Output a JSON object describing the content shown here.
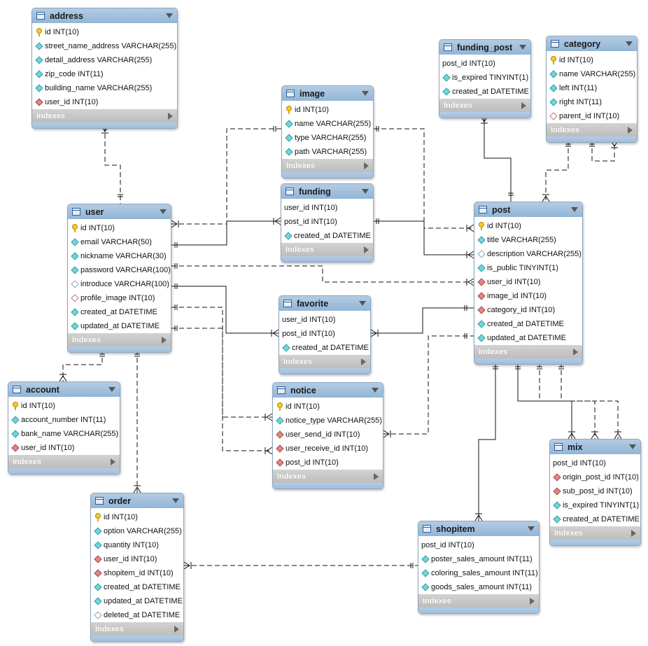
{
  "tables": [
    {
      "key": "address",
      "title": "address",
      "indexes_label": "Indexes",
      "columns": [
        {
          "icon": "key",
          "text": "id INT(10)"
        },
        {
          "icon": "teal",
          "text": "street_name_address VARCHAR(255)"
        },
        {
          "icon": "teal",
          "text": "detail_address VARCHAR(255)"
        },
        {
          "icon": "teal",
          "text": "zip_code INT(11)"
        },
        {
          "icon": "teal",
          "text": "building_name VARCHAR(255)"
        },
        {
          "icon": "red",
          "text": "user_id INT(10)"
        }
      ]
    },
    {
      "key": "image",
      "title": "image",
      "indexes_label": "Indexes",
      "columns": [
        {
          "icon": "key",
          "text": "id INT(10)"
        },
        {
          "icon": "teal",
          "text": "name VARCHAR(255)"
        },
        {
          "icon": "teal",
          "text": "type VARCHAR(255)"
        },
        {
          "icon": "teal",
          "text": "path VARCHAR(255)"
        }
      ]
    },
    {
      "key": "funding_post",
      "title": "funding_post",
      "indexes_label": "Indexes",
      "columns": [
        {
          "icon": "none",
          "text": "post_id INT(10)"
        },
        {
          "icon": "teal",
          "text": "is_expired TINYINT(1)"
        },
        {
          "icon": "teal",
          "text": "created_at DATETIME"
        }
      ]
    },
    {
      "key": "category",
      "title": "category",
      "indexes_label": "Indexes",
      "columns": [
        {
          "icon": "key",
          "text": "id INT(10)"
        },
        {
          "icon": "teal",
          "text": "name VARCHAR(255)"
        },
        {
          "icon": "teal",
          "text": "left INT(11)"
        },
        {
          "icon": "teal",
          "text": "right INT(11)"
        },
        {
          "icon": "open-red",
          "text": "parent_id INT(10)"
        }
      ]
    },
    {
      "key": "funding",
      "title": "funding",
      "indexes_label": "Indexes",
      "columns": [
        {
          "icon": "none",
          "text": "user_id INT(10)"
        },
        {
          "icon": "none",
          "text": "post_id INT(10)"
        },
        {
          "icon": "teal",
          "text": "created_at DATETIME"
        }
      ]
    },
    {
      "key": "user",
      "title": "user",
      "indexes_label": "Indexes",
      "columns": [
        {
          "icon": "key",
          "text": "id INT(10)"
        },
        {
          "icon": "teal",
          "text": "email VARCHAR(50)"
        },
        {
          "icon": "teal",
          "text": "nickname VARCHAR(30)"
        },
        {
          "icon": "teal",
          "text": "password VARCHAR(100)"
        },
        {
          "icon": "open",
          "text": "introduce VARCHAR(100)"
        },
        {
          "icon": "open-red",
          "text": "profile_image INT(10)"
        },
        {
          "icon": "teal",
          "text": "created_at DATETIME"
        },
        {
          "icon": "teal",
          "text": "updated_at DATETIME"
        }
      ]
    },
    {
      "key": "post",
      "title": "post",
      "indexes_label": "Indexes",
      "columns": [
        {
          "icon": "key",
          "text": "id INT(10)"
        },
        {
          "icon": "teal",
          "text": "title VARCHAR(255)"
        },
        {
          "icon": "open",
          "text": "description VARCHAR(255)"
        },
        {
          "icon": "teal",
          "text": "is_public TINYINT(1)"
        },
        {
          "icon": "red",
          "text": "user_id INT(10)"
        },
        {
          "icon": "red",
          "text": "image_id INT(10)"
        },
        {
          "icon": "red",
          "text": "category_id INT(10)"
        },
        {
          "icon": "teal",
          "text": "created_at DATETIME"
        },
        {
          "icon": "teal",
          "text": "updated_at DATETIME"
        }
      ]
    },
    {
      "key": "favorite",
      "title": "favorite",
      "indexes_label": "Indexes",
      "columns": [
        {
          "icon": "none",
          "text": "user_id INT(10)"
        },
        {
          "icon": "none",
          "text": "post_id INT(10)"
        },
        {
          "icon": "teal",
          "text": "created_at DATETIME"
        }
      ]
    },
    {
      "key": "account",
      "title": "account",
      "indexes_label": "Indexes",
      "columns": [
        {
          "icon": "key",
          "text": "id INT(10)"
        },
        {
          "icon": "teal",
          "text": "account_number INT(11)"
        },
        {
          "icon": "teal",
          "text": "bank_name VARCHAR(255)"
        },
        {
          "icon": "red",
          "text": "user_id INT(10)"
        }
      ]
    },
    {
      "key": "notice",
      "title": "notice",
      "indexes_label": "Indexes",
      "columns": [
        {
          "icon": "key",
          "text": "id INT(10)"
        },
        {
          "icon": "teal",
          "text": "notice_type VARCHAR(255)"
        },
        {
          "icon": "red",
          "text": "user_send_id INT(10)"
        },
        {
          "icon": "red",
          "text": "user_receive_id INT(10)"
        },
        {
          "icon": "red",
          "text": "post_id INT(10)"
        }
      ]
    },
    {
      "key": "mix",
      "title": "mix",
      "indexes_label": "Indexes",
      "columns": [
        {
          "icon": "none",
          "text": "post_id INT(10)"
        },
        {
          "icon": "red",
          "text": "origin_post_id INT(10)"
        },
        {
          "icon": "red",
          "text": "sub_post_id INT(10)"
        },
        {
          "icon": "teal",
          "text": "is_expired TINYINT(1)"
        },
        {
          "icon": "teal",
          "text": "created_at DATETIME"
        }
      ]
    },
    {
      "key": "order",
      "title": "order",
      "indexes_label": "Indexes",
      "columns": [
        {
          "icon": "key",
          "text": "id INT(10)"
        },
        {
          "icon": "teal",
          "text": "option VARCHAR(255)"
        },
        {
          "icon": "teal",
          "text": "quantity INT(10)"
        },
        {
          "icon": "red",
          "text": "user_id INT(10)"
        },
        {
          "icon": "red",
          "text": "shopitem_id INT(10)"
        },
        {
          "icon": "teal",
          "text": "created_at DATETIME"
        },
        {
          "icon": "teal",
          "text": "updated_at DATETIME"
        },
        {
          "icon": "open",
          "text": "deleted_at DATETIME"
        }
      ]
    },
    {
      "key": "shopitem",
      "title": "shopitem",
      "indexes_label": "Indexes",
      "columns": [
        {
          "icon": "none",
          "text": "post_id INT(10)"
        },
        {
          "icon": "teal",
          "text": "poster_sales_amount INT(11)"
        },
        {
          "icon": "teal",
          "text": "coloring_sales_amount INT(11)"
        },
        {
          "icon": "teal",
          "text": "goods_sales_amount INT(11)"
        }
      ]
    }
  ]
}
